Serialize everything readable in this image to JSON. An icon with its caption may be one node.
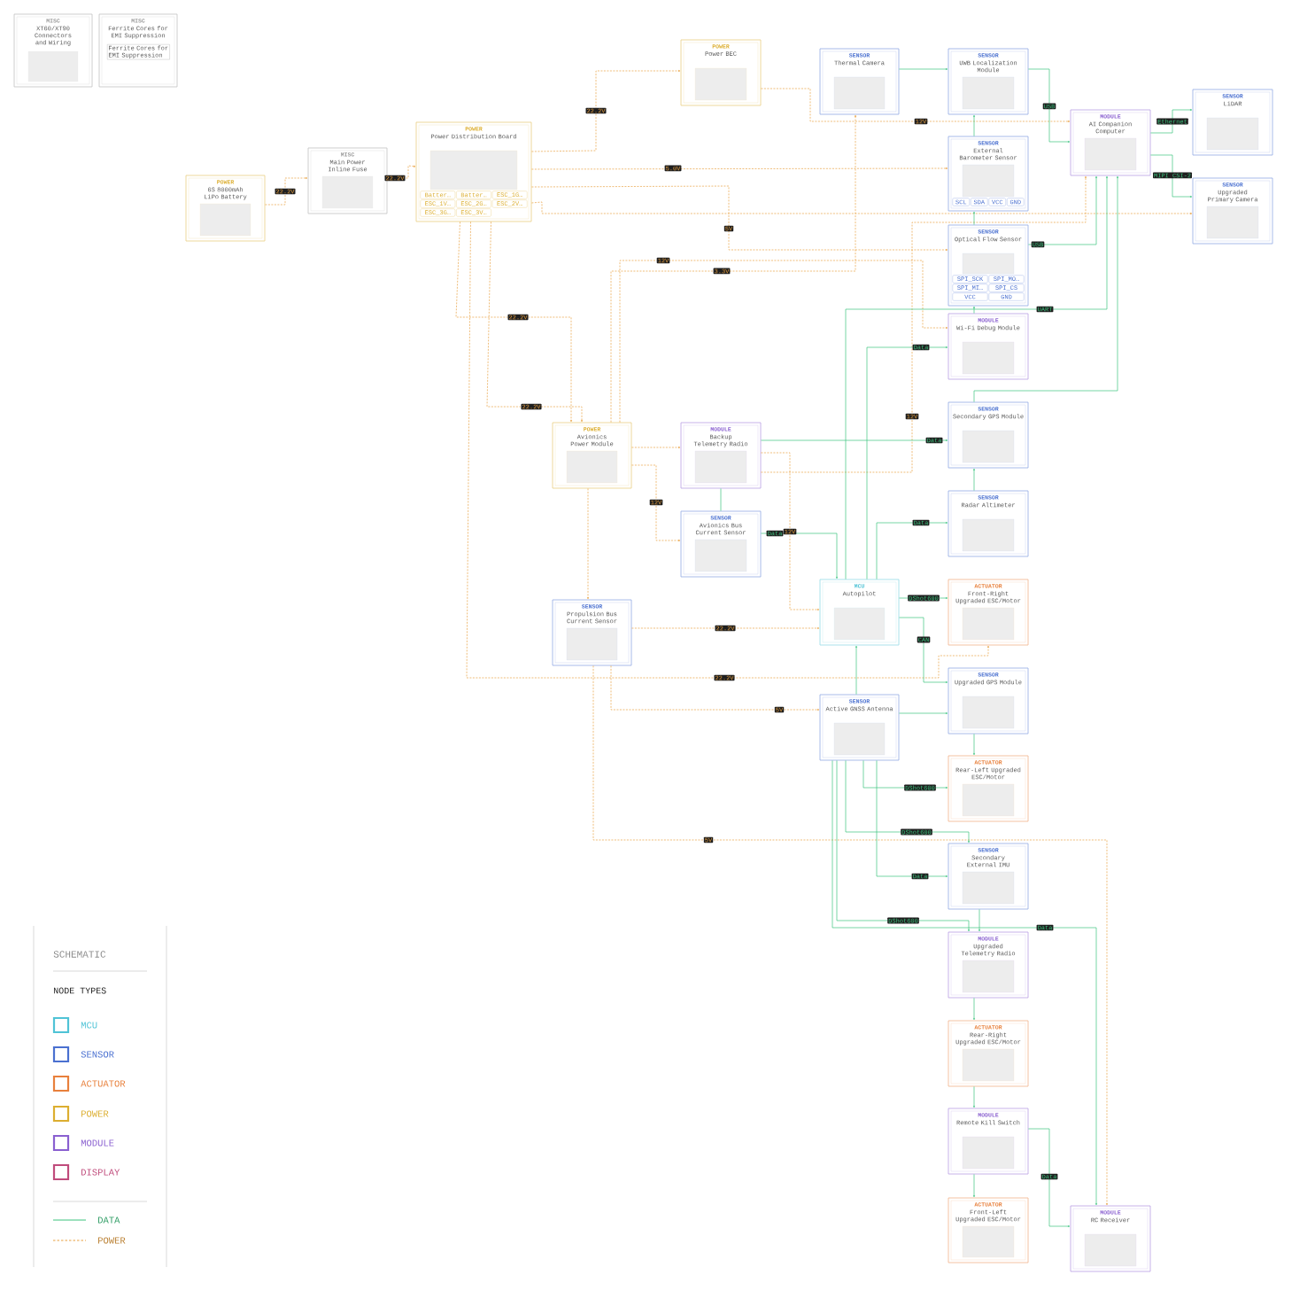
{
  "diagram": {
    "nodes": [
      {
        "text": [
          "MISC",
          "XT60/XT90 Connectors and Wiring"
        ]
      },
      {
        "text": [
          "MISC",
          "Ferrite Cores for EMI Suppression",
          "Ferrite Cores for EMI Suppression"
        ]
      },
      {
        "text": [
          "POWER",
          "6S 8000mAh LiPo Battery"
        ]
      },
      {
        "text": [
          "MISC",
          "Main Power Inline Fuse"
        ]
      },
      {
        "text": [
          "POWER",
          "Power Distribution Board",
          "Batter…",
          "Batter…",
          "ESC_1G…",
          "ESC_1V…",
          "ESC_2G…",
          "ESC_2V…",
          "ESC_3G…",
          "ESC_3V…"
        ]
      },
      {
        "text": [
          "POWER",
          "Power BEC"
        ]
      },
      {
        "text": [
          "SENSOR",
          "Thermal Camera"
        ]
      },
      {
        "text": [
          "SENSOR",
          "UWB Localization Module"
        ]
      },
      {
        "text": [
          "MODULE",
          "AI Companion Computer"
        ]
      },
      {
        "text": [
          "SENSOR",
          "LiDAR"
        ]
      },
      {
        "text": [
          "SENSOR",
          "Upgraded Primary Camera"
        ]
      },
      {
        "text": [
          "SENSOR",
          "External Barometer Sensor",
          "SCL",
          "SDA",
          "VCC",
          "GND"
        ]
      },
      {
        "text": [
          "SENSOR",
          "Optical Flow Sensor",
          "SPI_SCK",
          "SPI_MO…",
          "SPI_MI…",
          "SPI_CS",
          "VCC",
          "GND"
        ]
      },
      {
        "text": [
          "MODULE",
          "Wi-Fi Debug Module"
        ]
      },
      {
        "text": [
          "SENSOR",
          "Secondary GPS Module"
        ]
      },
      {
        "text": [
          "SENSOR",
          "Radar Altimeter"
        ]
      },
      {
        "text": [
          "ACTUATOR",
          "Front-Right Upgraded ESC/Motor"
        ]
      },
      {
        "text": [
          "SENSOR",
          "Upgraded GPS Module"
        ]
      },
      {
        "text": [
          "ACTUATOR",
          "Rear-Left Upgraded ESC/Motor"
        ]
      },
      {
        "text": [
          "SENSOR",
          "Secondary External IMU"
        ]
      },
      {
        "text": [
          "MODULE",
          "Upgraded Telemetry Radio"
        ]
      },
      {
        "text": [
          "ACTUATOR",
          "Rear-Right Upgraded ESC/Motor"
        ]
      },
      {
        "text": [
          "MODULE",
          "Remote Kill Switch"
        ]
      },
      {
        "text": [
          "ACTUATOR",
          "Front-Left Upgraded ESC/Motor"
        ]
      },
      {
        "text": [
          "MODULE",
          "RC Receiver"
        ]
      },
      {
        "text": [
          "POWER",
          "Avionics Power Module"
        ]
      },
      {
        "text": [
          "MODULE",
          "Backup Telemetry Radio"
        ]
      },
      {
        "text": [
          "SENSOR",
          "Avionics Bus Current Sensor"
        ]
      },
      {
        "text": [
          "SENSOR",
          "Propulsion Bus Current Sensor"
        ]
      },
      {
        "text": [
          "MCU",
          "Autopilot"
        ]
      },
      {
        "text": [
          "SENSOR",
          "Active GNSS Antenna"
        ]
      }
    ],
    "edges": [
      {
        "from": 2,
        "to": 3,
        "arrow": "to",
        "label": "22.2V",
        "style": "dashed",
        "color": "#e8a040"
      },
      {
        "from": 3,
        "to": 4,
        "arrow": "to",
        "label": "22.2V",
        "style": "dashed",
        "color": "#e8a040"
      },
      {
        "from": 4,
        "to": 5,
        "arrow": "to",
        "label": "22.2V",
        "style": "dashed",
        "color": "#e8a040"
      },
      {
        "from": 4,
        "to": 11,
        "arrow": "to",
        "label": "5.0V",
        "style": "dashed",
        "color": "#e8a040"
      },
      {
        "from": 4,
        "to": 25,
        "arrow": "to",
        "label": "22.2V",
        "style": "dashed",
        "color": "#e8a040"
      },
      {
        "from": 4,
        "to": 25,
        "arrow": "to",
        "label": "22.2V",
        "style": "dashed",
        "color": "#e8a040"
      },
      {
        "from": 25,
        "to": 28,
        "arrow": "to",
        "style": "dashed",
        "color": "#e8a040"
      },
      {
        "from": 4,
        "to": 16,
        "arrow": "to",
        "label": "22.2V",
        "style": "dashed",
        "color": "#e8a040"
      },
      {
        "from": 28,
        "to": 29,
        "arrow": "to",
        "label": "22.2V",
        "style": "dashed",
        "color": "#e8a040"
      },
      {
        "from": 25,
        "to": 26,
        "arrow": "to",
        "style": "dashed",
        "color": "#e8a040"
      },
      {
        "from": 25,
        "to": 27,
        "arrow": "to",
        "label": "12V",
        "style": "dashed",
        "color": "#e8a040"
      },
      {
        "from": 26,
        "to": 29,
        "arrow": "to",
        "label": "12V",
        "style": "dashed",
        "color": "#e8a040"
      },
      {
        "from": 26,
        "to": 8,
        "arrow": "to",
        "label": "12V",
        "style": "dashed",
        "color": "#e8a040"
      },
      {
        "from": 5,
        "to": 8,
        "arrow": "to",
        "label": "12V",
        "style": "dashed",
        "color": "#e8a040"
      },
      {
        "from": 25,
        "to": 6,
        "arrow": "to",
        "label": "3.3V",
        "style": "dashed",
        "color": "#e8a040"
      },
      {
        "from": 25,
        "to": 13,
        "arrow": "to",
        "label": "12V",
        "style": "dashed",
        "color": "#e8a040"
      },
      {
        "from": 4,
        "to": 12,
        "arrow": "to",
        "label": "5V",
        "style": "dashed",
        "color": "#e8a040"
      },
      {
        "from": 28,
        "to": 30,
        "arrow": "to",
        "label": "5V",
        "style": "dashed",
        "color": "#e8a040"
      },
      {
        "from": 28,
        "to": 24,
        "arrow": "to",
        "label": "5V",
        "style": "dashed",
        "color": "#e8a040"
      },
      {
        "from": 4,
        "to": 10,
        "arrow": "to",
        "style": "dashed",
        "color": "#e8a040"
      },
      {
        "from": 6,
        "to": 7,
        "arrow": "to"
      },
      {
        "from": 7,
        "to": 8,
        "arrow": "to",
        "label": "USB"
      },
      {
        "from": 8,
        "to": 9,
        "arrow": "to",
        "label": "Ethernet"
      },
      {
        "from": 8,
        "to": 10,
        "arrow": "to",
        "label": "MIPI CSI-2"
      },
      {
        "from": 11,
        "to": 7,
        "arrow": "to"
      },
      {
        "from": 12,
        "to": 11,
        "arrow": "to"
      },
      {
        "from": 13,
        "to": 12,
        "arrow": "to"
      },
      {
        "from": 12,
        "to": 8,
        "arrow": "to",
        "label": "USB"
      },
      {
        "from": 14,
        "to": 8,
        "arrow": "to"
      },
      {
        "from": 15,
        "to": 14,
        "arrow": "to"
      },
      {
        "from": 29,
        "to": 13,
        "arrow": "to",
        "label": "Data"
      },
      {
        "from": 29,
        "to": 8,
        "arrow": "to",
        "label": "UART"
      },
      {
        "from": 26,
        "to": 14,
        "arrow": "to",
        "label": "Data"
      },
      {
        "from": 27,
        "to": 29,
        "arrow": "to",
        "label": "Data"
      },
      {
        "from": 26,
        "to": 27,
        "arrow": "none"
      },
      {
        "from": 29,
        "to": 15,
        "arrow": "to",
        "label": "Data"
      },
      {
        "from": 29,
        "to": 16,
        "arrow": "to",
        "label": "DShot600"
      },
      {
        "from": 29,
        "to": 17,
        "arrow": "to",
        "label": "CAN"
      },
      {
        "from": 30,
        "to": 29,
        "arrow": "to"
      },
      {
        "from": 30,
        "to": 17,
        "arrow": "to"
      },
      {
        "from": 30,
        "to": 18,
        "arrow": "to",
        "label": "DShot600"
      },
      {
        "from": 17,
        "to": 18,
        "arrow": "to"
      },
      {
        "from": 30,
        "to": 19,
        "arrow": "to",
        "label": "DShot600"
      },
      {
        "from": 30,
        "to": 19,
        "arrow": "to",
        "label": "Data"
      },
      {
        "from": 19,
        "to": 20,
        "arrow": "to"
      },
      {
        "from": 30,
        "to": 20,
        "arrow": "to",
        "label": "DShot600"
      },
      {
        "from": 30,
        "to": 24,
        "arrow": "to",
        "label": "Data"
      },
      {
        "from": 20,
        "to": 21,
        "arrow": "to"
      },
      {
        "from": 21,
        "to": 22,
        "arrow": "to"
      },
      {
        "from": 22,
        "to": 23,
        "arrow": "to"
      },
      {
        "from": 22,
        "to": 24,
        "arrow": "to",
        "label": "Data"
      }
    ],
    "labels": [
      "SCHEMATIC",
      "NODE TYPES"
    ],
    "legend": [
      {
        "text": "MCU",
        "color": "#4fc3d6"
      },
      {
        "text": "SENSOR",
        "color": "#4a70d0"
      },
      {
        "text": "ACTUATOR",
        "color": "#e8803c"
      },
      {
        "text": "POWER",
        "color": "#dcae30"
      },
      {
        "text": "MODULE",
        "color": "#8a60d0"
      },
      {
        "text": "DISPLAY",
        "color": "#c04c7c"
      },
      {
        "text": "DATA"
      },
      {
        "text": "POWER"
      }
    ]
  }
}
